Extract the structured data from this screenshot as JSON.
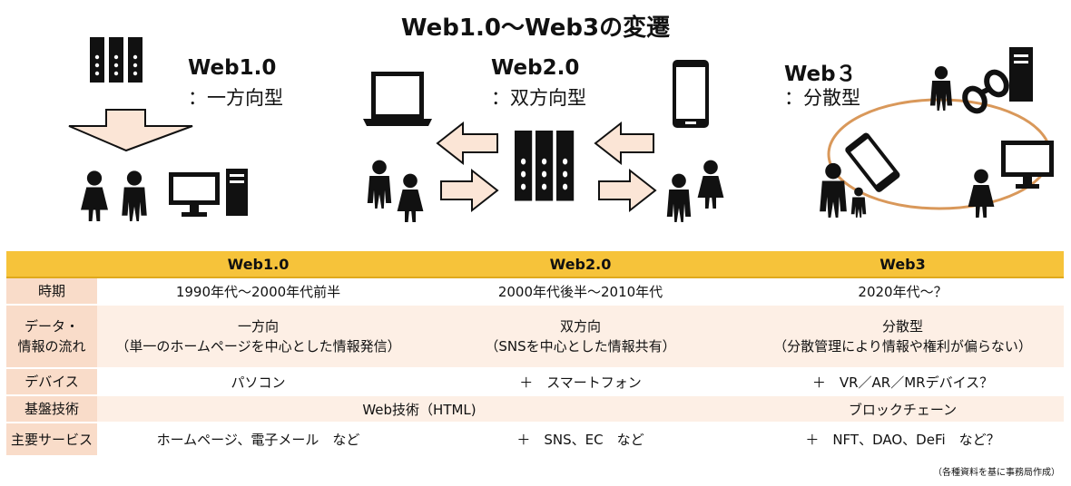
{
  "title": "Web1.0～Web3の変遷",
  "eras": [
    {
      "name": "Web1.0",
      "type": "：一方向型"
    },
    {
      "name": "Web2.0",
      "type": "：双方向型"
    },
    {
      "name": "Web３",
      "type": "：分散型"
    }
  ],
  "table": {
    "headers": [
      "",
      "Web1.0",
      "Web2.0",
      "Web3"
    ],
    "rows": [
      {
        "label": [
          "時期"
        ],
        "cells": [
          [
            "1990年代～2000年代前半"
          ],
          [
            "2000年代後半～2010年代"
          ],
          [
            "2020年代～？"
          ]
        ]
      },
      {
        "label": [
          "データ・",
          "情報の流れ"
        ],
        "cells": [
          [
            "一方向",
            "（単一のホームページを中心とした情報発信）"
          ],
          [
            "双方向",
            "（SNSを中心とした情報共有）"
          ],
          [
            "分散型",
            "（分散管理により情報や権利が偏らない）"
          ]
        ]
      },
      {
        "label": [
          "デバイス"
        ],
        "cells": [
          [
            "パソコン"
          ],
          [
            "＋　スマートフォン"
          ],
          [
            "＋　VR／AR／MRデバイス？"
          ]
        ]
      },
      {
        "label": [
          "基盤技術"
        ],
        "cells": [
          [
            "Web技術（HTML)"
          ],
          [
            "ブロックチェーン"
          ]
        ],
        "span": [
          2,
          1
        ]
      },
      {
        "label": [
          "主要サービス"
        ],
        "cells": [
          [
            "ホームページ、電子メール　など"
          ],
          [
            "＋　SNS、EC　など"
          ],
          [
            "＋　NFT、DAO、DeFi　など？"
          ]
        ]
      }
    ]
  },
  "source_note": "（各種資料を基に事務局作成）",
  "colors": {
    "header": "#f6c33a",
    "label_bg": "#f9dcc9",
    "alt_row": "#fdefe5",
    "ring": "#d9985a",
    "arrow_fill": "#fbe5d6"
  },
  "icons": [
    "server-icon",
    "person-icon",
    "laptop-icon",
    "smartphone-icon",
    "monitor-icon",
    "pc-tower-icon",
    "glasses-icon",
    "arrow-icon"
  ]
}
